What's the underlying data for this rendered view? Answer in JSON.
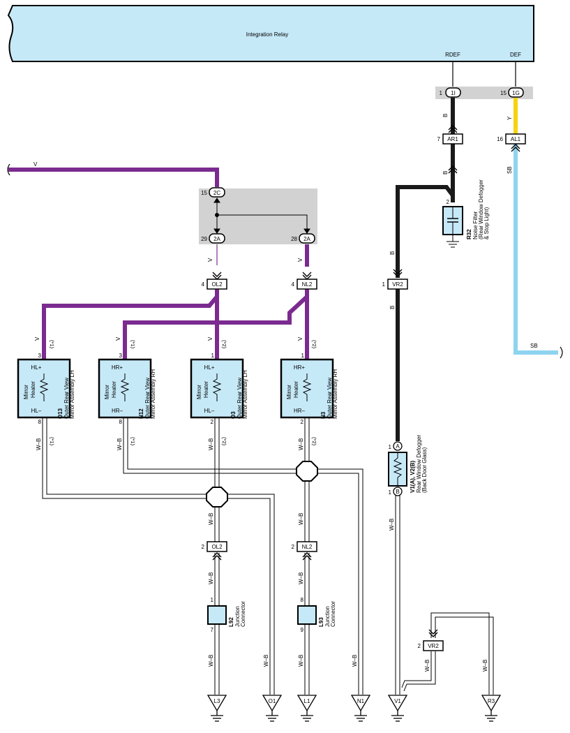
{
  "relay": {
    "title": "Integration Relay",
    "pin_rdef": "RDEF",
    "pin_def": "DEF"
  },
  "colors": {
    "purple": "#7B2B90",
    "black": "#1a1a1a",
    "yellow": "#F6D310",
    "sky": "#8ED3F0",
    "component_fill": "#C6E9F8",
    "junction_gray": "#D2D2D2"
  },
  "connectors": {
    "c1I": "1I",
    "c1G": "1G",
    "AR1": "AR1",
    "AL1": "AL1",
    "c2C": "2C",
    "c2A_left": "2A",
    "c2A_right": "2A",
    "OL2_top": "OL2",
    "NL2_top": "NL2",
    "VR2_top": "VR2",
    "OL2_bottom": "OL2",
    "NL2_bottom": "NL2",
    "VR2_bottom": "VR2"
  },
  "pins": {
    "p1I": "1",
    "p1G": "15",
    "pAR1": "7",
    "pAL1": "16",
    "pR32": "2",
    "p2C": "15",
    "p2A_left": "29",
    "p2A_right": "28",
    "pOL2_top": "4",
    "pNL2_top": "4",
    "pVR2_top": "1",
    "pO13_top": "3",
    "pN12_top": "3",
    "pO3_top": "1",
    "pN3_top": "1",
    "pO13_bot": "8",
    "pN12_bot": "8",
    "pO3_bot": "2",
    "pN3_bot": "2",
    "pV1_top": "1",
    "pV1_bot": "1",
    "pOL2_bot": "2",
    "pNL2_bot": "2",
    "pL92_top": "1",
    "pL92_bot": "7",
    "pL93_top": "8",
    "pL93_bot": "9",
    "pVR2_bot": "2"
  },
  "wires": {
    "B1": "B",
    "B2": "B",
    "Y": "Y",
    "SB1": "SB",
    "SB2": "SB",
    "V_main": "V",
    "V_left": "V",
    "V_right": "V",
    "V_O13": "V",
    "V_N12": "V",
    "V_O3": "V",
    "V_N3": "V",
    "B_vr2": "B",
    "B_vr2b": "B",
    "WB_O13": "W–B",
    "WB_N12": "W–B",
    "WB_O3": "W–B",
    "WB_N3": "W–B",
    "WB_OL2": "W–B",
    "WB_NL2": "W–B",
    "WB_L92a": "W–B",
    "WB_L93a": "W–B",
    "WB_L3": "W–B",
    "WB_O1": "W–B",
    "WB_L1": "W–B",
    "WB_N1": "W–B",
    "WB_V1": "W–B",
    "WB_VR2": "W–B",
    "WB_R3": "W–B"
  },
  "notes": {
    "n1a": "(*1)",
    "n1b": "(*1)",
    "n2a": "(*2)",
    "n2b": "(*2)",
    "n1c": "(*1)",
    "n1d": "(*1)",
    "n2c": "(*2)",
    "n2d": "(*2)"
  },
  "components": {
    "O13": {
      "code": "O13",
      "name1": "Outer Rear View",
      "name2": "Mirror Assembly LH",
      "box1": "Mirror",
      "box2": "Heater",
      "plus": "HL+",
      "minus": "HL–"
    },
    "N12": {
      "code": "N12",
      "name1": "Outer Rear View",
      "name2": "Mirror Assembly RH",
      "box1": "Mirror",
      "box2": "Heater",
      "plus": "HR+",
      "minus": "HR–"
    },
    "O3": {
      "code": "O3",
      "name1": "Outer Rear View",
      "name2": "Mirror Assembly LH",
      "box1": "Mirror",
      "box2": "Heater",
      "plus": "HL+",
      "minus": "HL–"
    },
    "N3": {
      "code": "N3",
      "name1": "Outer Rear View",
      "name2": "Mirror Assembly RH",
      "box1": "Mirror",
      "box2": "Heater",
      "plus": "HR+",
      "minus": "HR–"
    },
    "R32": {
      "code": "R32",
      "name1": "Noise Filter",
      "name2": "(Rear Window Defogger",
      "name3": "& Stop Light)"
    },
    "V1": {
      "code": "V1(A), V2(B)",
      "name1": "Rear Window Defogger",
      "name2": "(Back Door Glass)",
      "pinA": "A",
      "pinB": "B"
    },
    "L92": {
      "code": "L92",
      "name1": "Junction",
      "name2": "Connector"
    },
    "L93": {
      "code": "L93",
      "name1": "Junction",
      "name2": "Connector"
    }
  },
  "grounds": {
    "L3": "L3",
    "O1": "O1",
    "L1": "L1",
    "N1": "N1",
    "V1": "V1",
    "R3": "R3"
  }
}
